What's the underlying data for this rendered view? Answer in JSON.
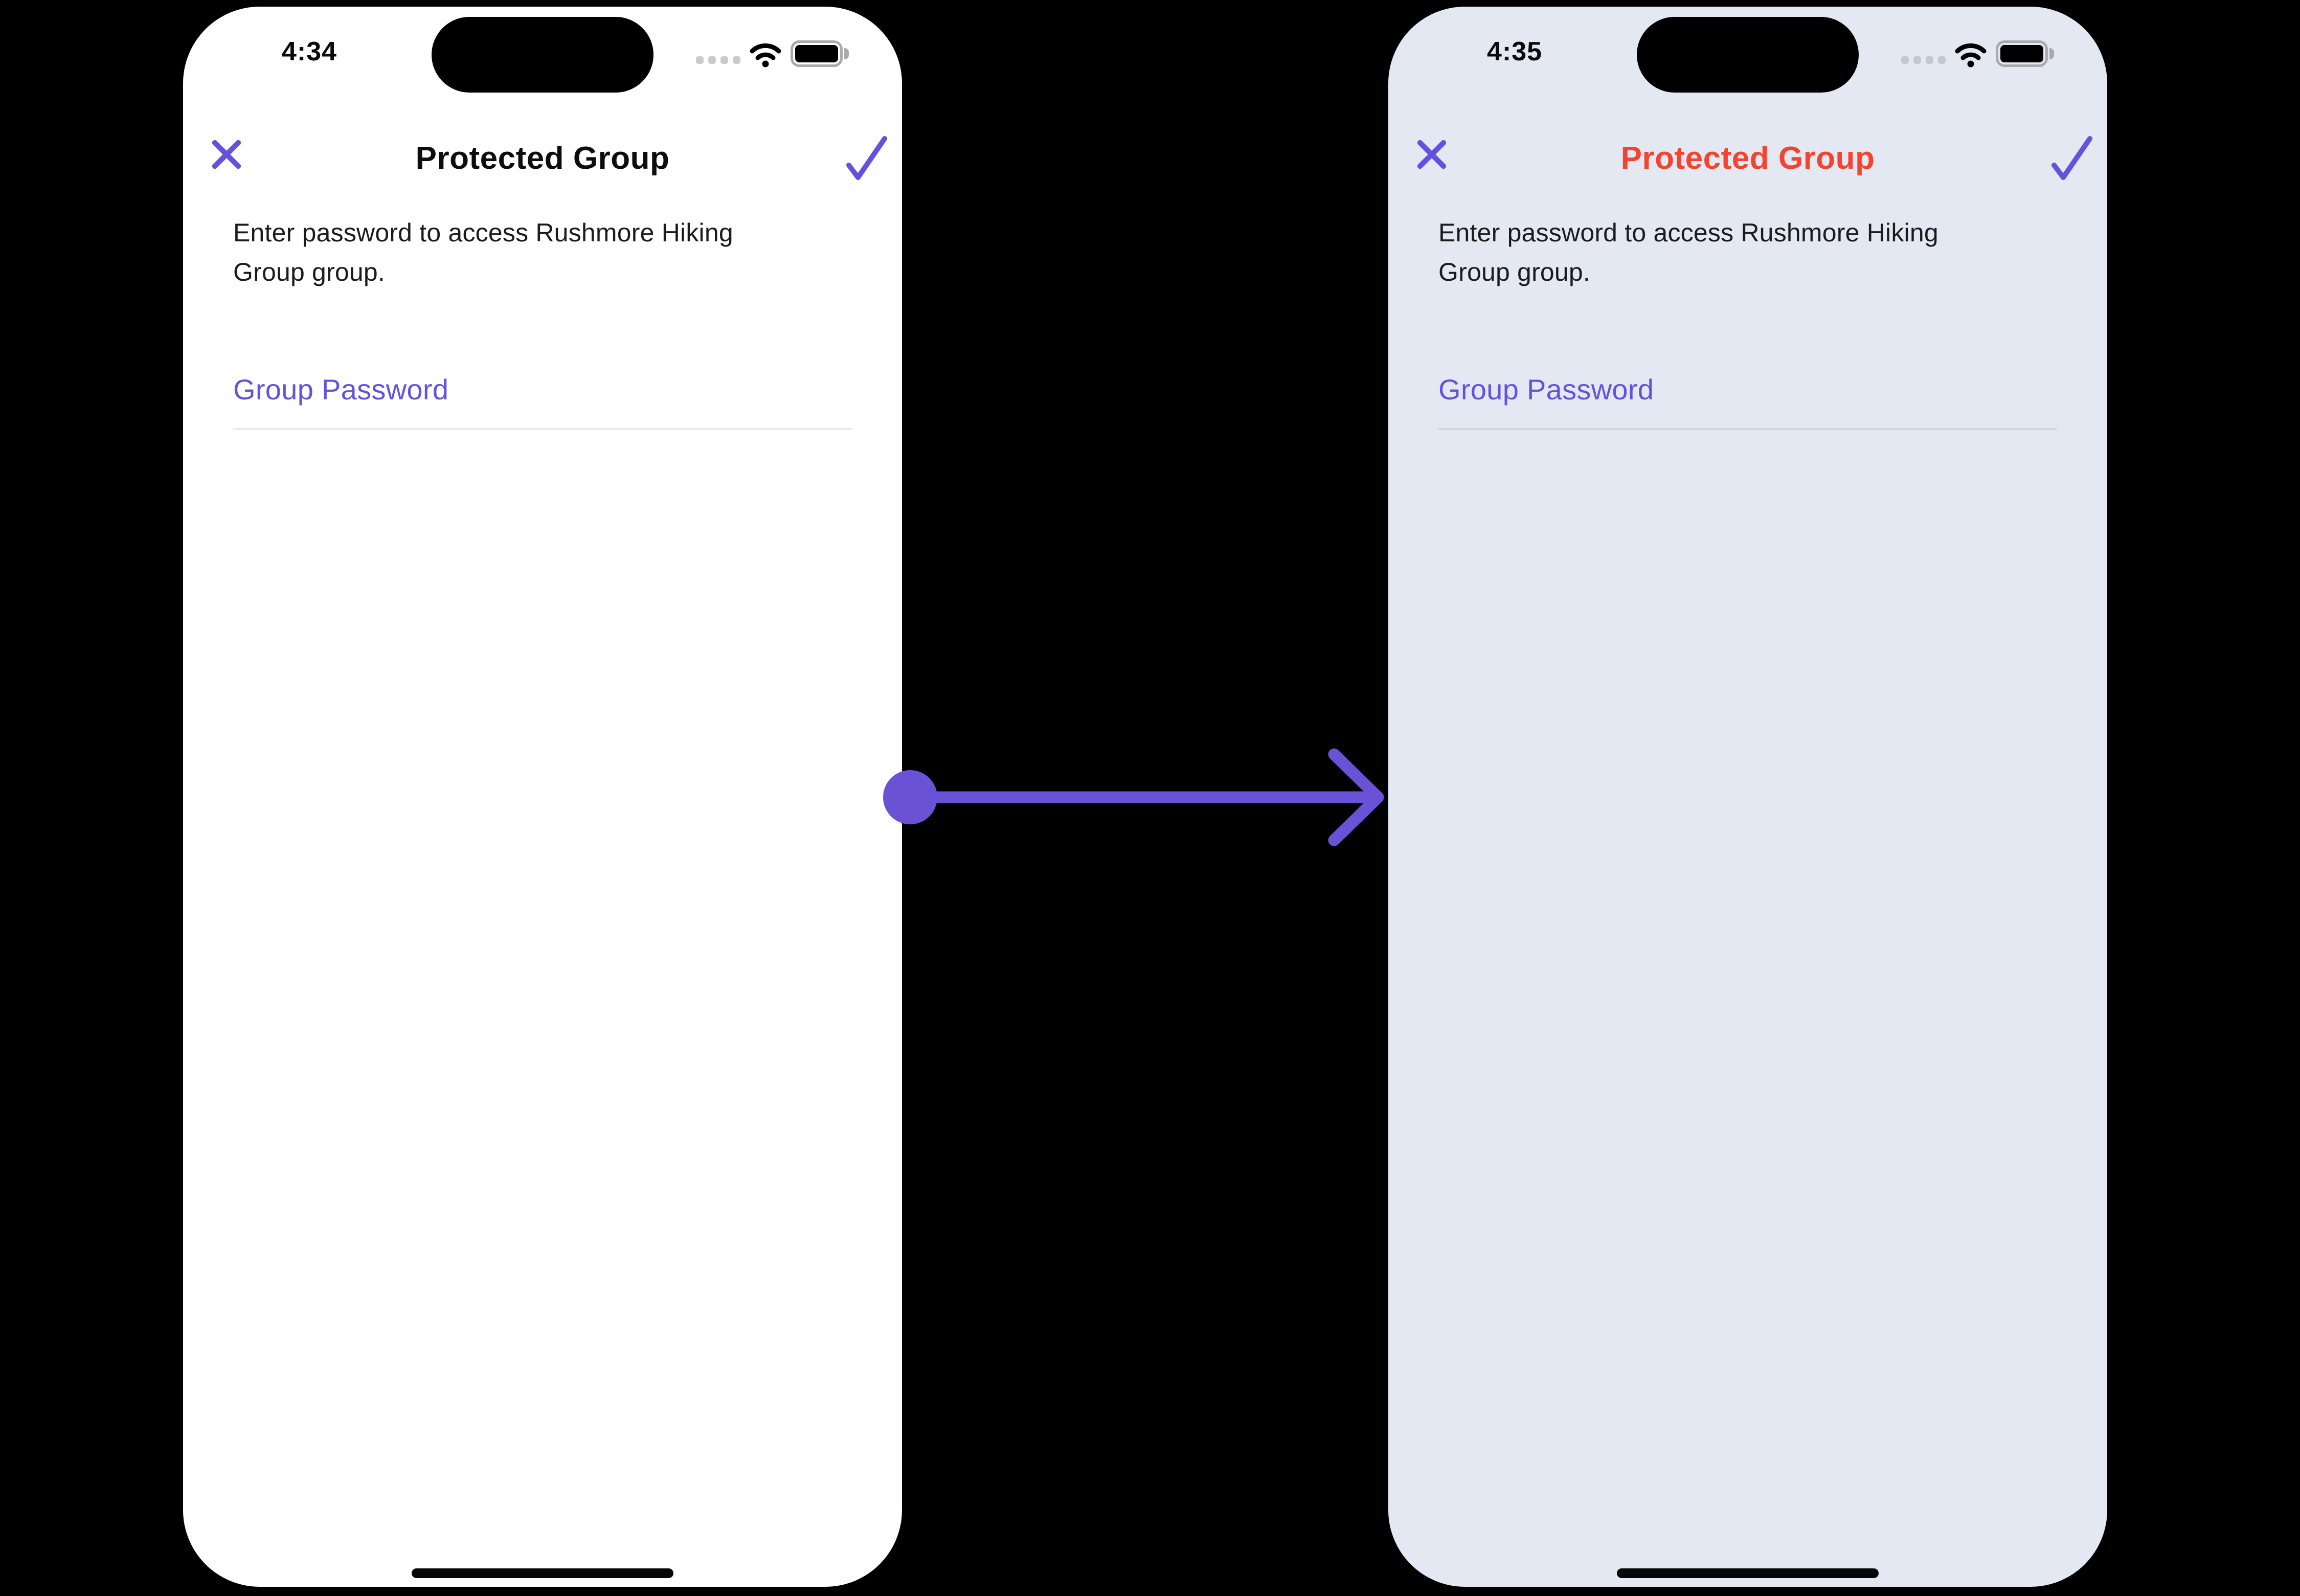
{
  "colors": {
    "canvas_background": "#000000",
    "accent_purple": "#6252DE",
    "arrow_purple": "#6A52D6",
    "title_red": "#F4432F",
    "left_screen_background": "#FFFFFF",
    "right_screen_background": "#E4E8F3"
  },
  "screens": {
    "left": {
      "background": "#FFFFFF",
      "status_bar": {
        "time": "4:34",
        "cellular_icon": "cellular-no-signal-dots",
        "wifi_icon": "wifi",
        "battery_icon": "battery-full"
      },
      "header": {
        "title": "Protected Group",
        "title_color": "#0D0D10",
        "close_icon": "x-mark",
        "confirm_icon": "checkmark"
      },
      "description": "Enter password to access Rushmore Hiking\nGroup group.",
      "field": {
        "label": "Group Password",
        "value": ""
      }
    },
    "right": {
      "background": "#E4E8F3",
      "status_bar": {
        "time": "4:35",
        "cellular_icon": "cellular-no-signal-dots",
        "wifi_icon": "wifi",
        "battery_icon": "battery-full"
      },
      "header": {
        "title": "Protected Group",
        "title_color": "#F4432F",
        "close_icon": "x-mark",
        "confirm_icon": "checkmark"
      },
      "description": "Enter password to access Rushmore Hiking\nGroup group.",
      "field": {
        "label": "Group Password",
        "value": ""
      }
    }
  },
  "transition_arrow": {
    "direction": "left-to-right",
    "color": "#6A52D6"
  }
}
